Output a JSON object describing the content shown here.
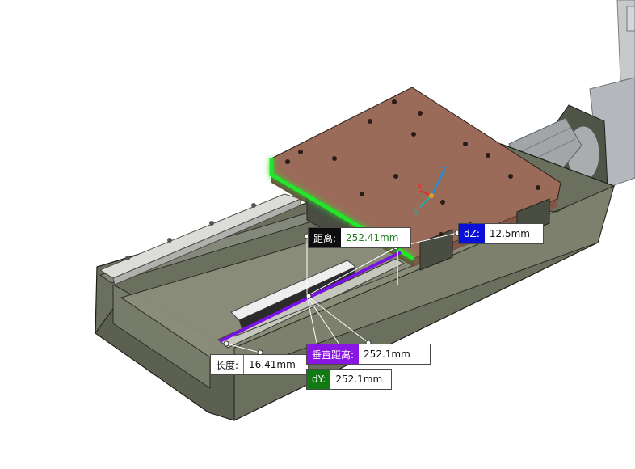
{
  "measurements": {
    "distance": {
      "label": "距离:",
      "value": "252.41mm"
    },
    "dz": {
      "label": "dZ:",
      "value": "12.5mm"
    },
    "length": {
      "label": "长度:",
      "value": "16.41mm"
    },
    "perpendicular_distance": {
      "label": "垂直距离:",
      "value": "252.1mm"
    },
    "dy": {
      "label": "dY:",
      "value": "252.1mm"
    }
  },
  "triad": {
    "x": "X",
    "y": "Y",
    "z": "Z"
  },
  "colors": {
    "base": "#6b6f5e",
    "plate": "#9a6a58",
    "highlight_green": "#23e62a",
    "highlight_purple": "#7a12e6",
    "highlight_yellow": "#f0e800",
    "dz_blue": "#0a10d8"
  }
}
